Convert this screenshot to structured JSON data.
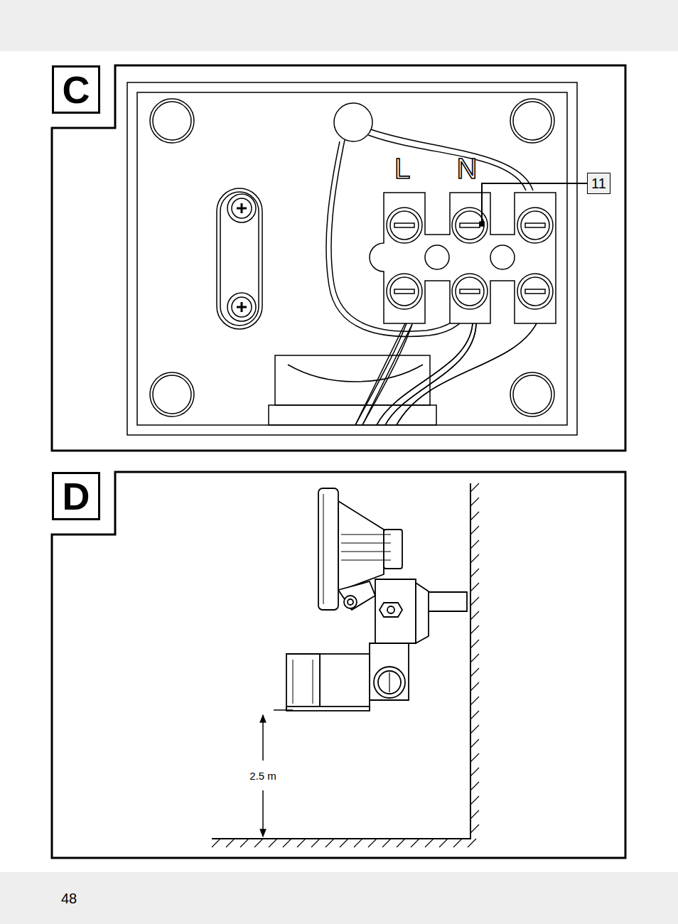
{
  "diagram": {
    "nodes": [
      {
        "text": [
          "C"
        ]
      },
      {
        "text": [
          "11"
        ]
      },
      {
        "text": [
          "D"
        ]
      }
    ],
    "labels": [
      "L",
      "N",
      "2.5 m",
      "48"
    ]
  }
}
